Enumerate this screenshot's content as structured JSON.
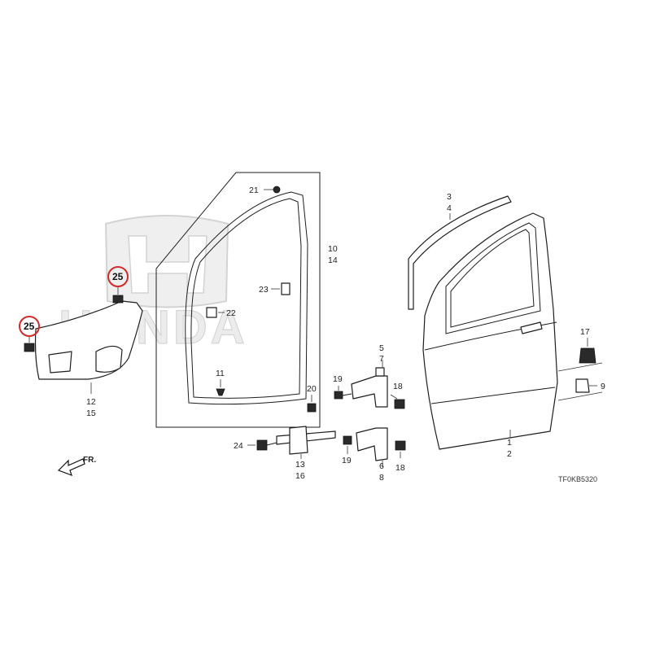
{
  "diagram": {
    "watermark": "HONDA",
    "direction_label": "FR.",
    "drawing_code": "TF0KB5320",
    "highlight_color": "#d22b2b",
    "callouts": {
      "c1": "1",
      "c2": "2",
      "c3": "3",
      "c4": "4",
      "c5": "5",
      "c6": "6",
      "c7": "7",
      "c8": "8",
      "c9": "9",
      "c10": "10",
      "c11": "11",
      "c12": "12",
      "c13": "13",
      "c14": "14",
      "c15": "15",
      "c16": "16",
      "c17": "17",
      "c18a": "18",
      "c18b": "18",
      "c19a": "19",
      "c19b": "19",
      "c20": "20",
      "c21": "21",
      "c22": "22",
      "c23": "23",
      "c24": "24",
      "c25a": "25",
      "c25b": "25"
    }
  }
}
